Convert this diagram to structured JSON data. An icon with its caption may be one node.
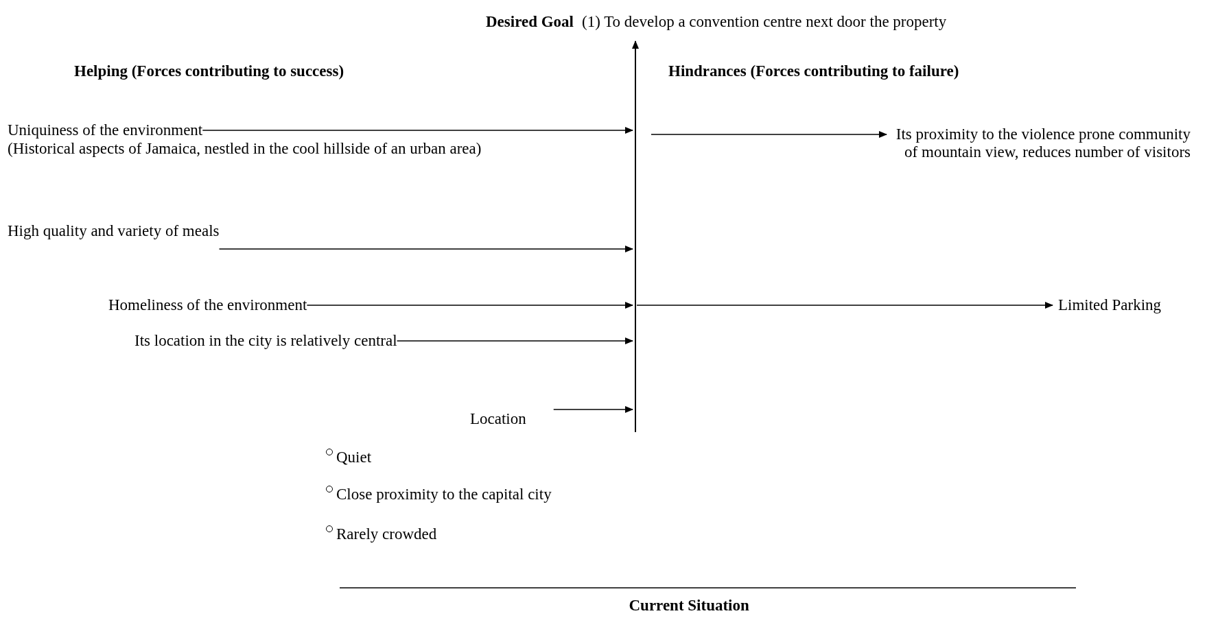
{
  "diagram": {
    "nodes": [
      {
        "text": [
          "Uniquiness of the environment"
        ],
        "beside": [
          "(Historical aspects of Jamaica, nestled in the cool hillside of an urban area)"
        ]
      },
      {
        "text": [
          "High quality and variety of meals"
        ]
      },
      {
        "text": [
          "Homeliness of the environment"
        ]
      },
      {
        "text": [
          "Its location in the city is relatively central"
        ]
      },
      {
        "text": [
          "Location"
        ]
      },
      {
        "text": [
          "Its proximity to the violence prone community of mountain view, reduces number of visitors"
        ]
      },
      {
        "text": [
          "Limited Parking"
        ]
      }
    ],
    "edges": [
      {
        "from": 0,
        "to": null,
        "arrow": "to"
      },
      {
        "from": 1,
        "to": null,
        "arrow": "to"
      },
      {
        "from": 2,
        "to": null,
        "arrow": "to"
      },
      {
        "from": 3,
        "to": null,
        "arrow": "to"
      },
      {
        "from": 4,
        "to": null,
        "arrow": "to"
      },
      {
        "from": null,
        "to": 5,
        "arrow": "to"
      },
      {
        "from": null,
        "to": 6,
        "arrow": "to"
      }
    ],
    "labels": [
      "Desired Goal",
      "(1) To develop a convention centre next door the property",
      "Helping (Forces contributing to success)",
      "Hindrances (Forces contributing to failure)",
      "Quiet",
      "Close proximity to the capital city",
      "Rarely crowded",
      "Current Situation"
    ]
  }
}
